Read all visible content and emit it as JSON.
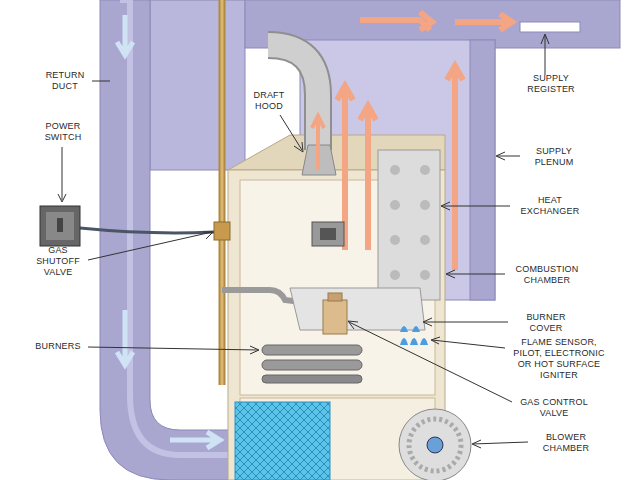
{
  "diagram": {
    "labels": [
      "RETURN DUCT",
      "POWER SWITCH",
      "DRAFT HOOD",
      "GAS SHUTOFF VALVE",
      "BURNERS",
      "SUPPLY REGISTER",
      "SUPPLY PLENUM",
      "HEAT EXCHANGER",
      "COMBUSTION CHAMBER",
      "BURNER COVER",
      "FLAME SENSOR, PILOT, ELECTRONIC OR HOT SURFACE IGNITER",
      "GAS CONTROL VALVE",
      "BLOWER CHAMBER"
    ]
  }
}
